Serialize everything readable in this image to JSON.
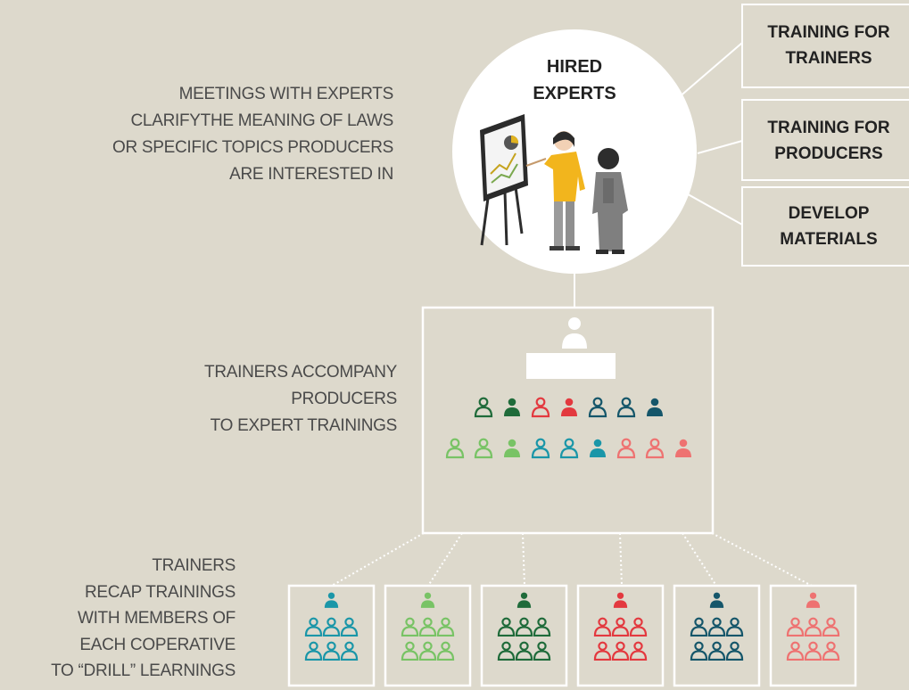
{
  "expert_circle": {
    "title_line1": "HIRED",
    "title_line2": "EXPERTS"
  },
  "left_notes": {
    "meetings": [
      "MEETINGS WITH EXPERTS",
      "CLARIFYTHE MEANING OF LAWS",
      "OR SPECIFIC TOPICS PRODUCERS",
      "ARE INTERESTED IN"
    ],
    "accompany": [
      "TRAINERS ACCOMPANY",
      "PRODUCERS",
      "TO  EXPERT TRAININGS"
    ],
    "recap": [
      "TRAINERS",
      "RECAP TRAININGS",
      "WITH MEMBERS OF",
      "EACH COPERATIVE",
      "TO “DRILL” LEARNINGS"
    ]
  },
  "right_boxes": [
    {
      "line1": "TRAINING FOR",
      "line2": "TRAINERS"
    },
    {
      "line1": "TRAINING FOR",
      "line2": "PRODUCERS"
    },
    {
      "line1": "DEVELOP",
      "line2": "MATERIALS"
    }
  ],
  "colors": {
    "background": "#ddd9cc",
    "box_stroke": "#ffffff",
    "teal": "#1a96a8",
    "light_green": "#78c365",
    "dark_green": "#1f6b3a",
    "red": "#e3393f",
    "dark_teal": "#15566a",
    "salmon": "#ee7271"
  },
  "cooperative_colors": [
    "#1a96a8",
    "#78c365",
    "#1f6b3a",
    "#e3393f",
    "#15566a",
    "#ee7271"
  ]
}
